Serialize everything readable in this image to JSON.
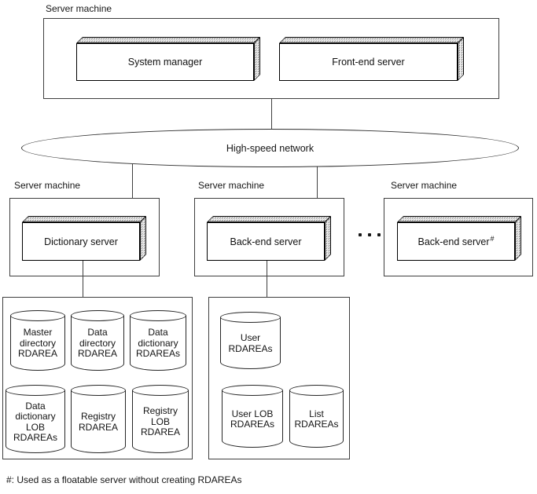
{
  "diagram": {
    "top_machine": {
      "label": "Server machine",
      "servers": [
        {
          "label": "System manager"
        },
        {
          "label": "Front-end server"
        }
      ]
    },
    "network": {
      "label": "High-speed network"
    },
    "machines": [
      {
        "label": "Server machine",
        "server": {
          "label": "Dictionary server"
        }
      },
      {
        "label": "Server machine",
        "server": {
          "label": "Back-end server"
        }
      },
      {
        "label": "Server machine",
        "server": {
          "label": "Back-end server",
          "sup": "#"
        }
      }
    ],
    "storage_left": {
      "cylinders": [
        {
          "label": "Master\ndirectory\nRDAREA"
        },
        {
          "label": "Data\ndirectory\nRDAREA"
        },
        {
          "label": "Data\ndictionary\nRDAREAs"
        },
        {
          "label": "Data\ndictionary\nLOB\nRDAREAs"
        },
        {
          "label": "Registry\nRDAREA"
        },
        {
          "label": "Registry\nLOB\nRDAREA"
        }
      ]
    },
    "storage_right": {
      "cylinders": [
        {
          "label": "User\nRDAREAs"
        },
        {
          "label": "User LOB\nRDAREAs"
        },
        {
          "label": "List\nRDAREAs"
        }
      ]
    },
    "footnote": "#: Used as a floatable server without creating RDAREAs"
  }
}
